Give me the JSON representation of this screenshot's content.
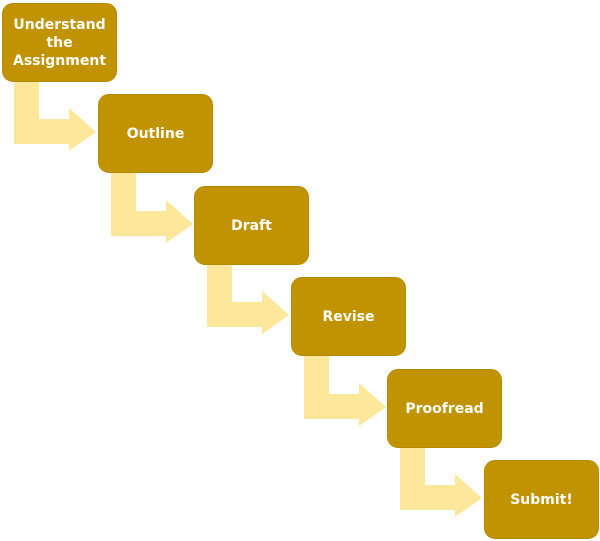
{
  "colors": {
    "box_fill": "#c19300",
    "box_text": "#ffffff",
    "arrow_fill": "#fde79a"
  },
  "steps": [
    {
      "label": "Understand\nthe\nAssignment"
    },
    {
      "label": "Outline"
    },
    {
      "label": "Draft"
    },
    {
      "label": "Revise"
    },
    {
      "label": "Proofread"
    },
    {
      "label": "Submit!"
    }
  ]
}
